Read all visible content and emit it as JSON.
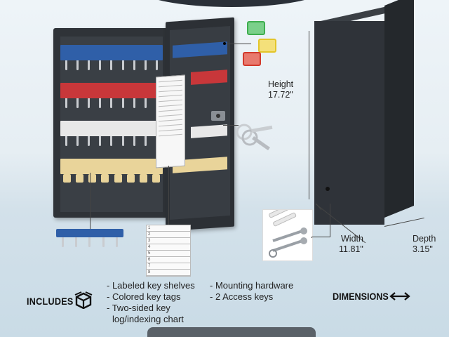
{
  "labels": {
    "height": "Height",
    "height_value": "17.72\"",
    "width": "Width",
    "width_value": "11.81\"",
    "depth": "Depth",
    "depth_value": "3.15\""
  },
  "includes": {
    "title": "INCLUDES",
    "items_left": [
      "- Labeled key shelves",
      "- Colored key tags",
      "- Two-sided key",
      "log/indexing chart"
    ],
    "items_right": [
      "- Mounting hardware",
      "- 2 Access keys"
    ]
  },
  "dimensions": {
    "title": "DIMENSIONS"
  },
  "log_chart_rows": [
    "1",
    "2",
    "3",
    "4",
    "5",
    "6",
    "7",
    "8"
  ],
  "colors": {
    "shelf_blue": "#2f5fa8",
    "shelf_red": "#c8373a",
    "shelf_white": "#e8e8e8",
    "shelf_yellow": "#e9d49a",
    "tag_green": "#3fae4f",
    "tag_yellow": "#e3c529",
    "tag_red": "#d23a2c",
    "cabinet": "#2f3338"
  },
  "icons": [
    "box-icon",
    "double-arrow-icon"
  ]
}
